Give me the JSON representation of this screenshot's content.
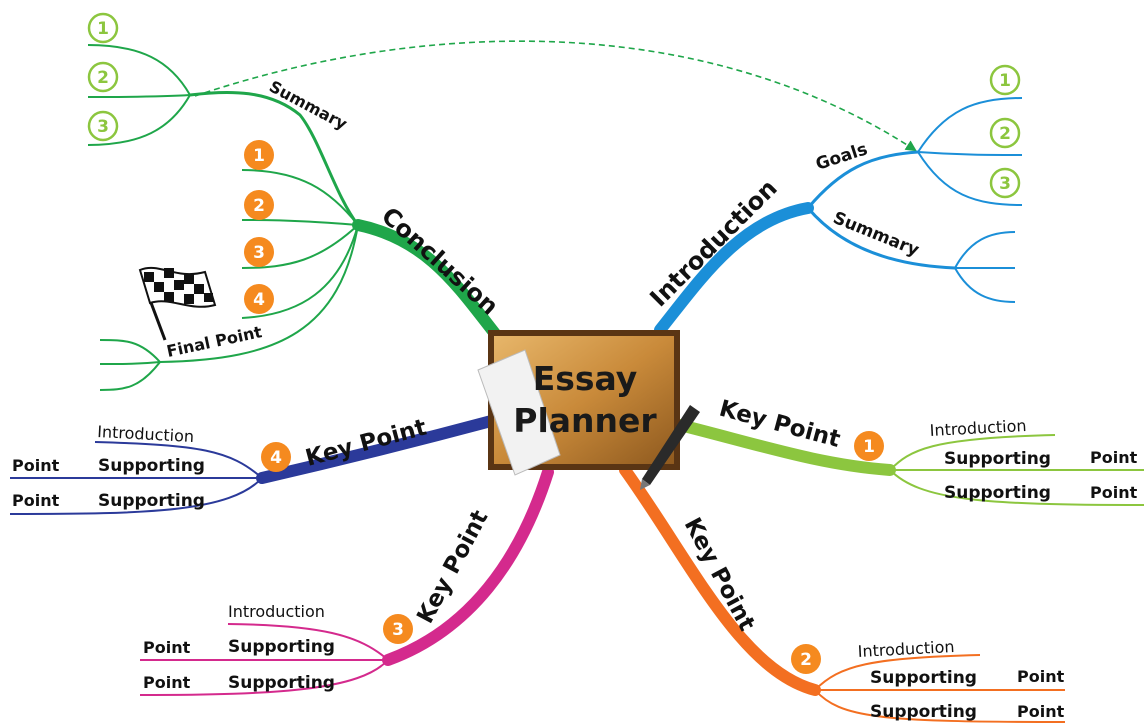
{
  "title": {
    "line1": "Essay",
    "line2": "Planner"
  },
  "colors": {
    "conclusion": "#1fa64a",
    "summary_green": "#8cc63f",
    "introduction": "#1b8fd8",
    "key1": "#8cc63f",
    "key2": "#f36f21",
    "key3": "#d42a8d",
    "key4": "#2b3a9a",
    "number_badge": "#f58a1f",
    "center_box": "#c98a3a",
    "arrow": "#1fa64a"
  },
  "icons": [
    "checkered-flag-icon",
    "paper-sheet-icon",
    "pen-icon"
  ],
  "branches": {
    "conclusion": {
      "label": "Conclusion",
      "summary": {
        "label": "Summary",
        "numbers": [
          "1",
          "2",
          "3"
        ]
      },
      "points": [
        "1",
        "2",
        "3",
        "4"
      ],
      "final_point": "Final Point"
    },
    "introduction": {
      "label": "Introduction",
      "goals": {
        "label": "Goals",
        "numbers": [
          "1",
          "2",
          "3"
        ]
      },
      "summary": {
        "label": "Summary"
      }
    },
    "key_point_1": {
      "label": "Key Point",
      "number": "1",
      "intro": "Introduction",
      "supporting": [
        "Supporting",
        "Supporting"
      ],
      "point": [
        "Point",
        "Point"
      ]
    },
    "key_point_2": {
      "label": "Key Point",
      "number": "2",
      "intro": "Introduction",
      "supporting": [
        "Supporting",
        "Supporting"
      ],
      "point": [
        "Point",
        "Point"
      ]
    },
    "key_point_3": {
      "label": "Key Point",
      "number": "3",
      "intro": "Introduction",
      "supporting": [
        "Supporting",
        "Supporting"
      ],
      "point": [
        "Point",
        "Point"
      ]
    },
    "key_point_4": {
      "label": "Key Point",
      "number": "4",
      "intro": "Introduction",
      "supporting": [
        "Supporting",
        "Supporting"
      ],
      "point": [
        "Point",
        "Point"
      ]
    }
  }
}
